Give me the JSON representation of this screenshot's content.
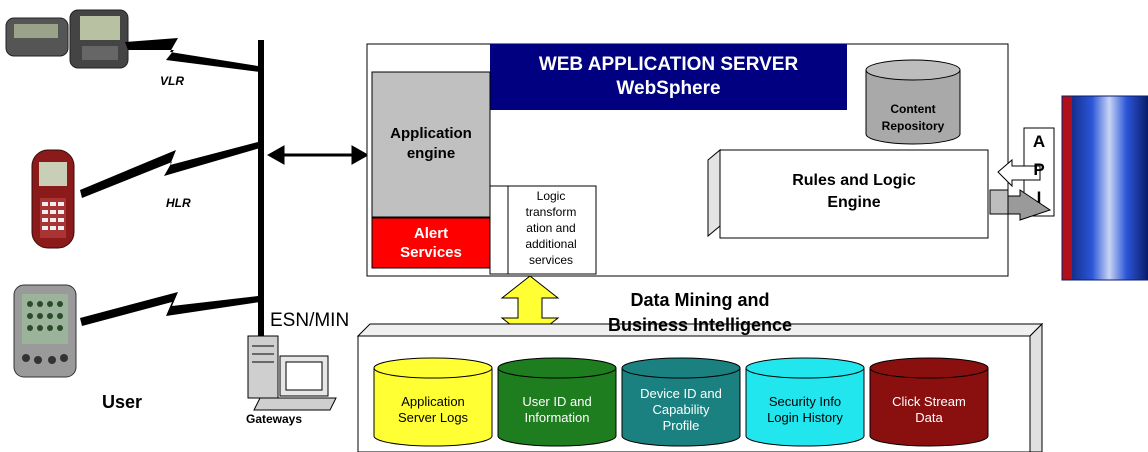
{
  "labels": {
    "vlr": "VLR",
    "hlr": "HLR",
    "user": "User",
    "esn_min": "ESN/MIN",
    "gateways": "Gateways",
    "was_title_1": "WEB APPLICATION SERVER",
    "was_title_2": "WebSphere",
    "app_engine_1": "Application",
    "app_engine_2": "engine",
    "alert_1": "Alert",
    "alert_2": "Services",
    "logic_1": "Logic",
    "logic_2": "transform",
    "logic_3": "ation and",
    "logic_4": "additional",
    "logic_5": "services",
    "content_1": "Content",
    "content_2": "Repository",
    "rules_1": "Rules and Logic",
    "rules_2": "Engine",
    "api_a": "A",
    "api_p": "P",
    "api_i": "I",
    "dm_1": "Data Mining and",
    "dm_2": "Business Intelligence"
  },
  "databases": [
    {
      "line1": "Application",
      "line2": "Server Logs",
      "line3": "",
      "color": "#ffff33",
      "text_color": "#000000"
    },
    {
      "line1": "User ID and",
      "line2": "Information",
      "line3": "",
      "color": "#1e7d1e",
      "text_color": "#ffffff"
    },
    {
      "line1": "Device ID and",
      "line2": "Capability",
      "line3": "Profile",
      "color": "#1a8080",
      "text_color": "#ffffff"
    },
    {
      "line1": "Security Info",
      "line2": "Login History",
      "line3": "",
      "color": "#22e6ee",
      "text_color": "#000000"
    },
    {
      "line1": "Click Stream",
      "line2": "Data",
      "line3": "",
      "color": "#8a1010",
      "text_color": "#ffffff"
    }
  ],
  "colors": {
    "was_header": "#000080",
    "app_engine": "#c0c0c0",
    "alert": "#ff0000",
    "content_repo": "#a9a9a9",
    "mainframe": "#1a3fb0"
  }
}
